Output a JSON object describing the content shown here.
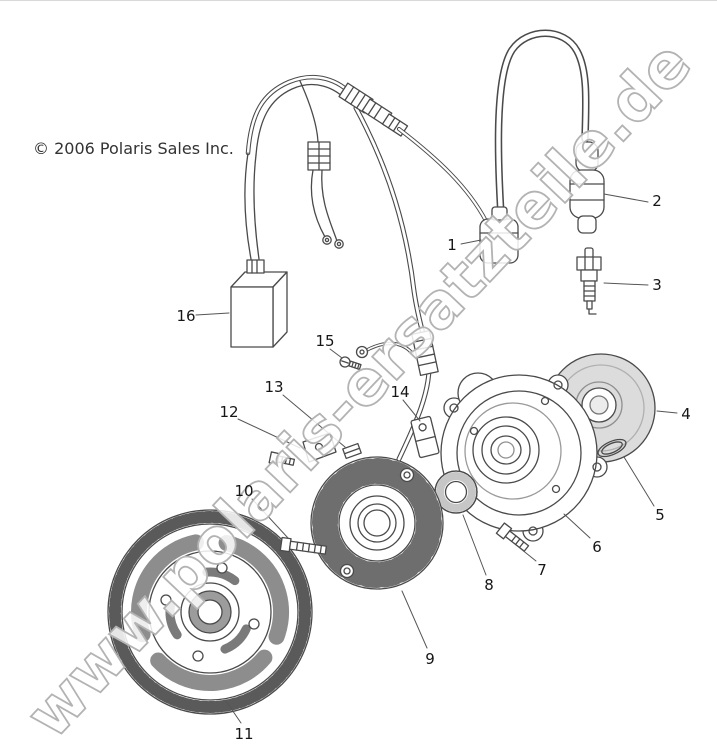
{
  "copyright": "© 2006 Polaris Sales Inc.",
  "watermark": "www.polaris-ersatzteile.de",
  "parts": [
    {
      "id": "1"
    },
    {
      "id": "2"
    },
    {
      "id": "3"
    },
    {
      "id": "4"
    },
    {
      "id": "5"
    },
    {
      "id": "6"
    },
    {
      "id": "7"
    },
    {
      "id": "8"
    },
    {
      "id": "9"
    },
    {
      "id": "10"
    },
    {
      "id": "11"
    },
    {
      "id": "12"
    },
    {
      "id": "13"
    },
    {
      "id": "14"
    },
    {
      "id": "15"
    },
    {
      "id": "16"
    }
  ],
  "colors": {
    "line_art": "#4a4a4a",
    "watermark_outline": "#b3b3b3",
    "plate_fill": "#dcdcdc"
  }
}
